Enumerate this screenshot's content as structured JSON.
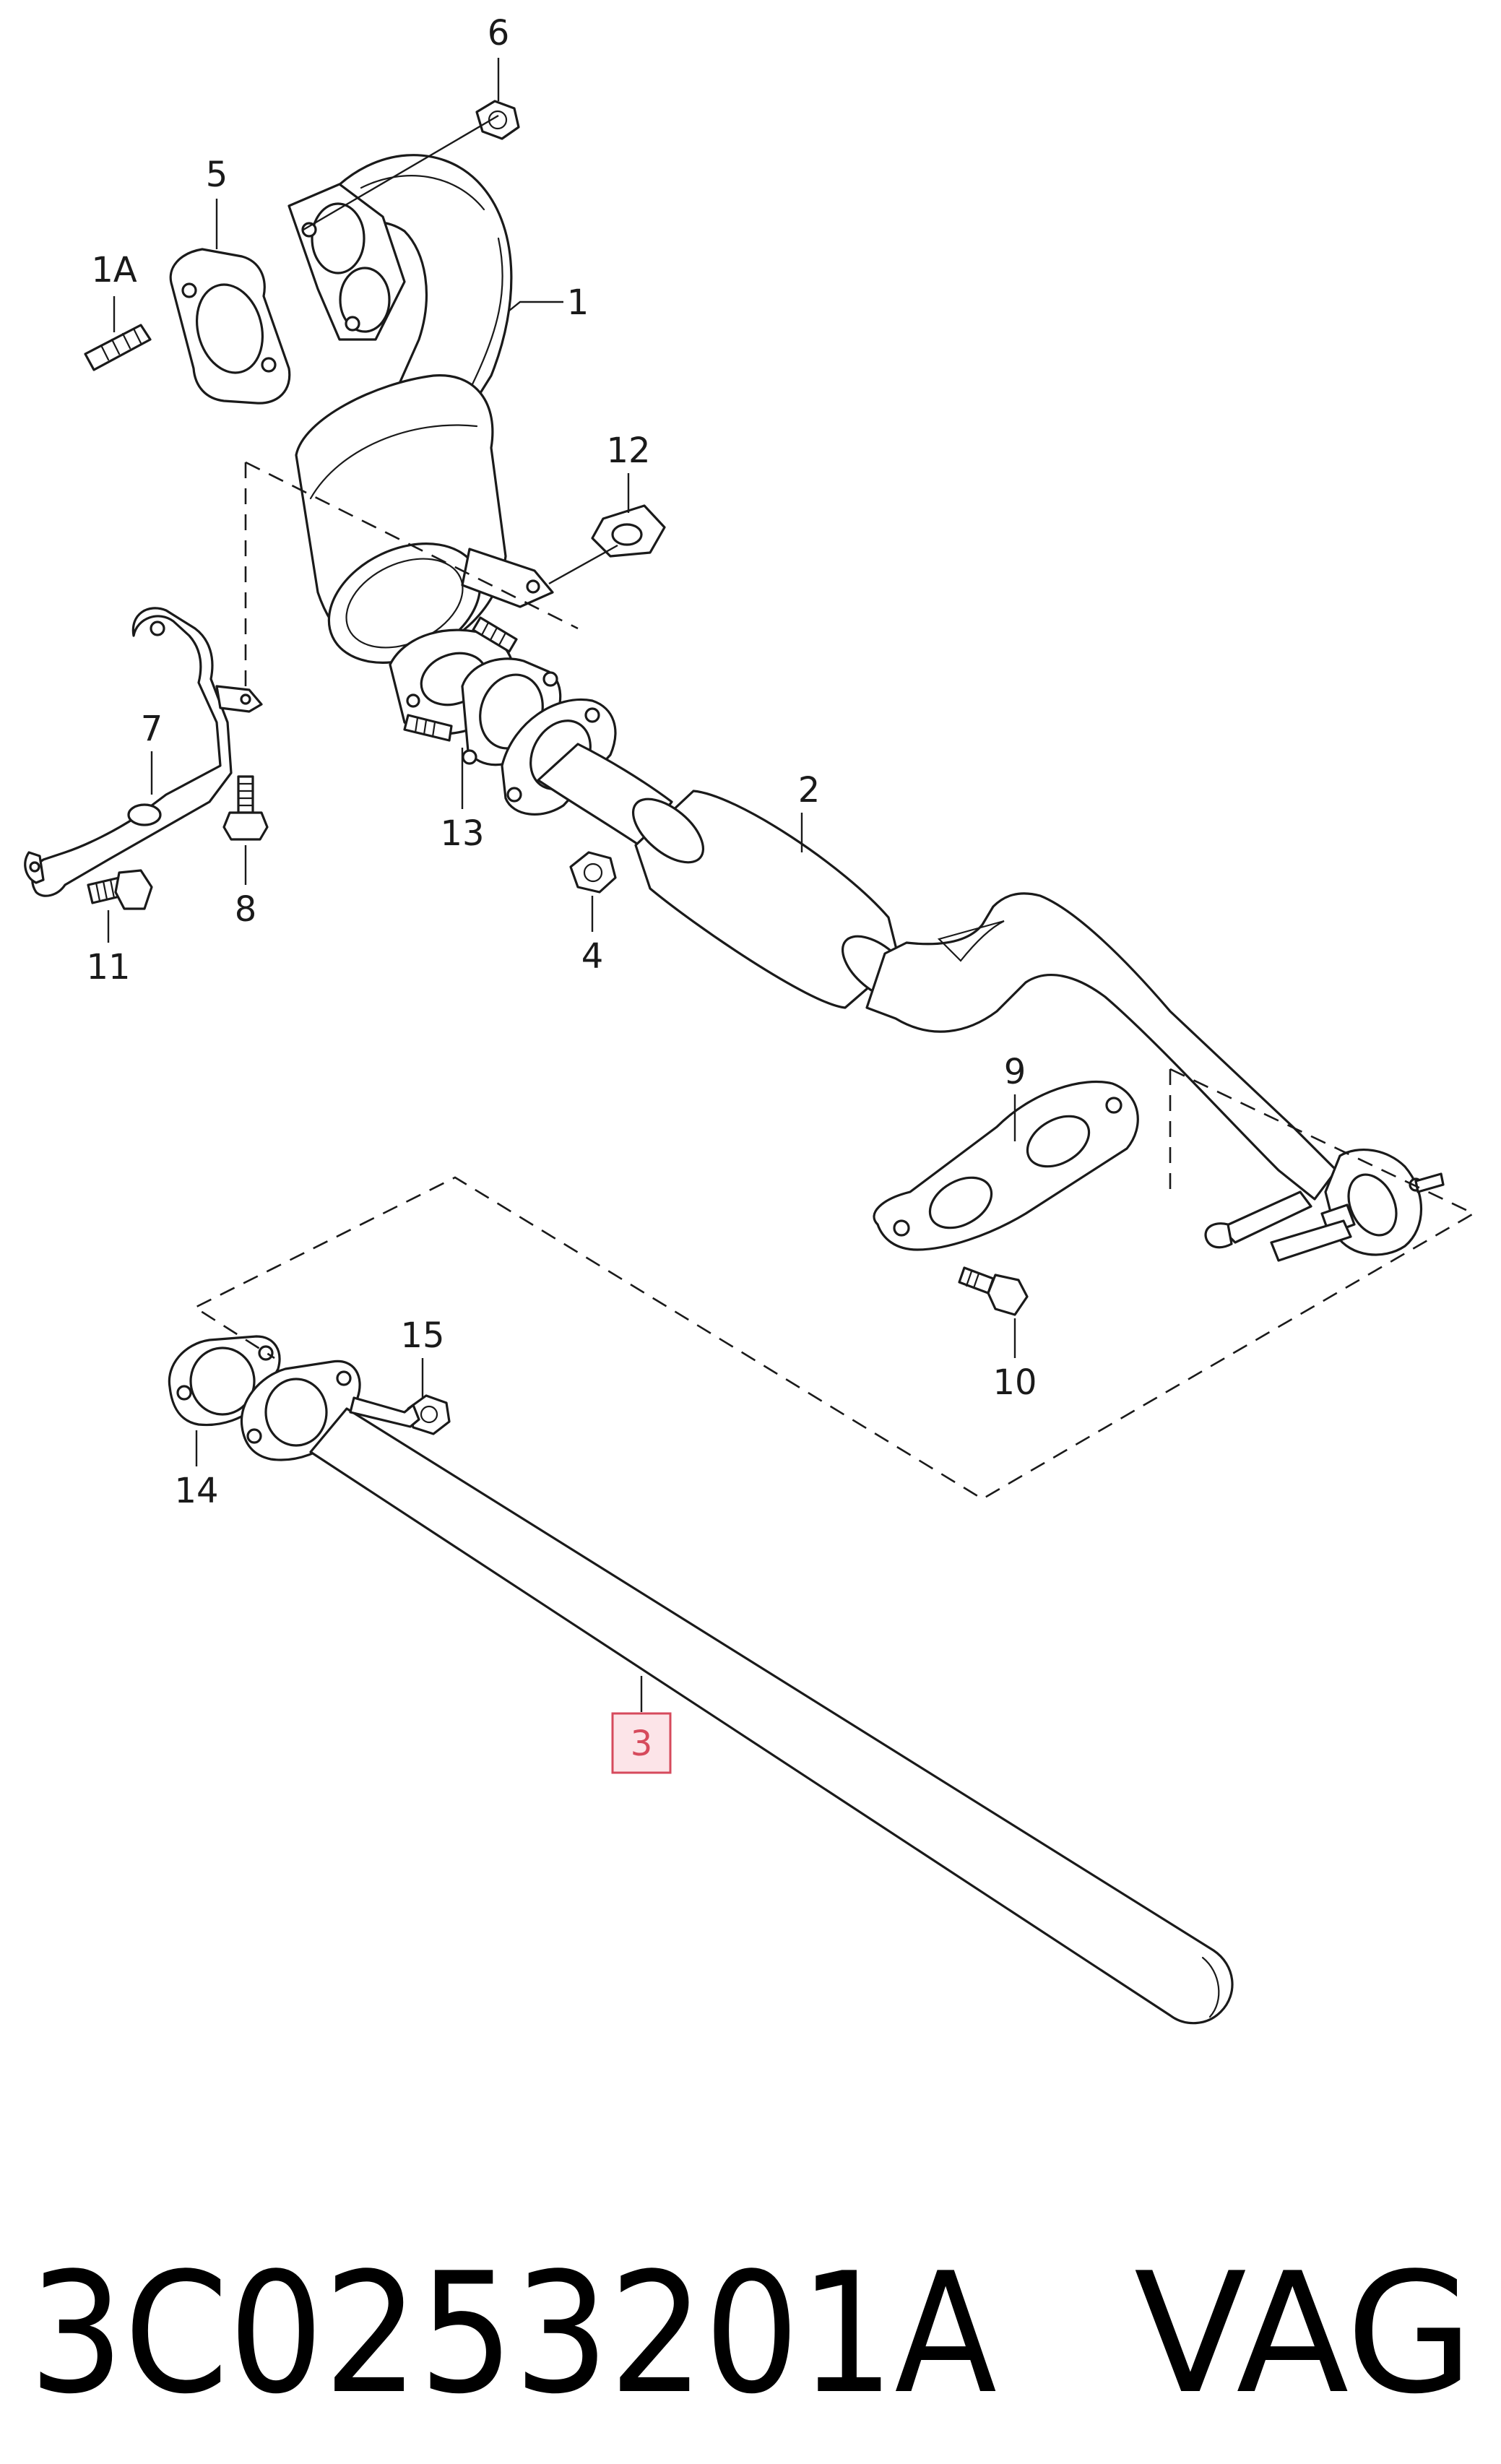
{
  "callouts": {
    "c1": "1",
    "c1a": "1A",
    "c2": "2",
    "c3": "3",
    "c4": "4",
    "c5": "5",
    "c6": "6",
    "c7": "7",
    "c8": "8",
    "c9": "9",
    "c10": "10",
    "c11": "11",
    "c12": "12",
    "c13": "13",
    "c14": "14",
    "c15": "15"
  },
  "footer": {
    "part_number": "3C0253201A",
    "brand": "VAG"
  },
  "colors": {
    "highlight": "#d64a5c",
    "highlight_fill": "#fce4e8",
    "line": "#1a1a1a"
  }
}
